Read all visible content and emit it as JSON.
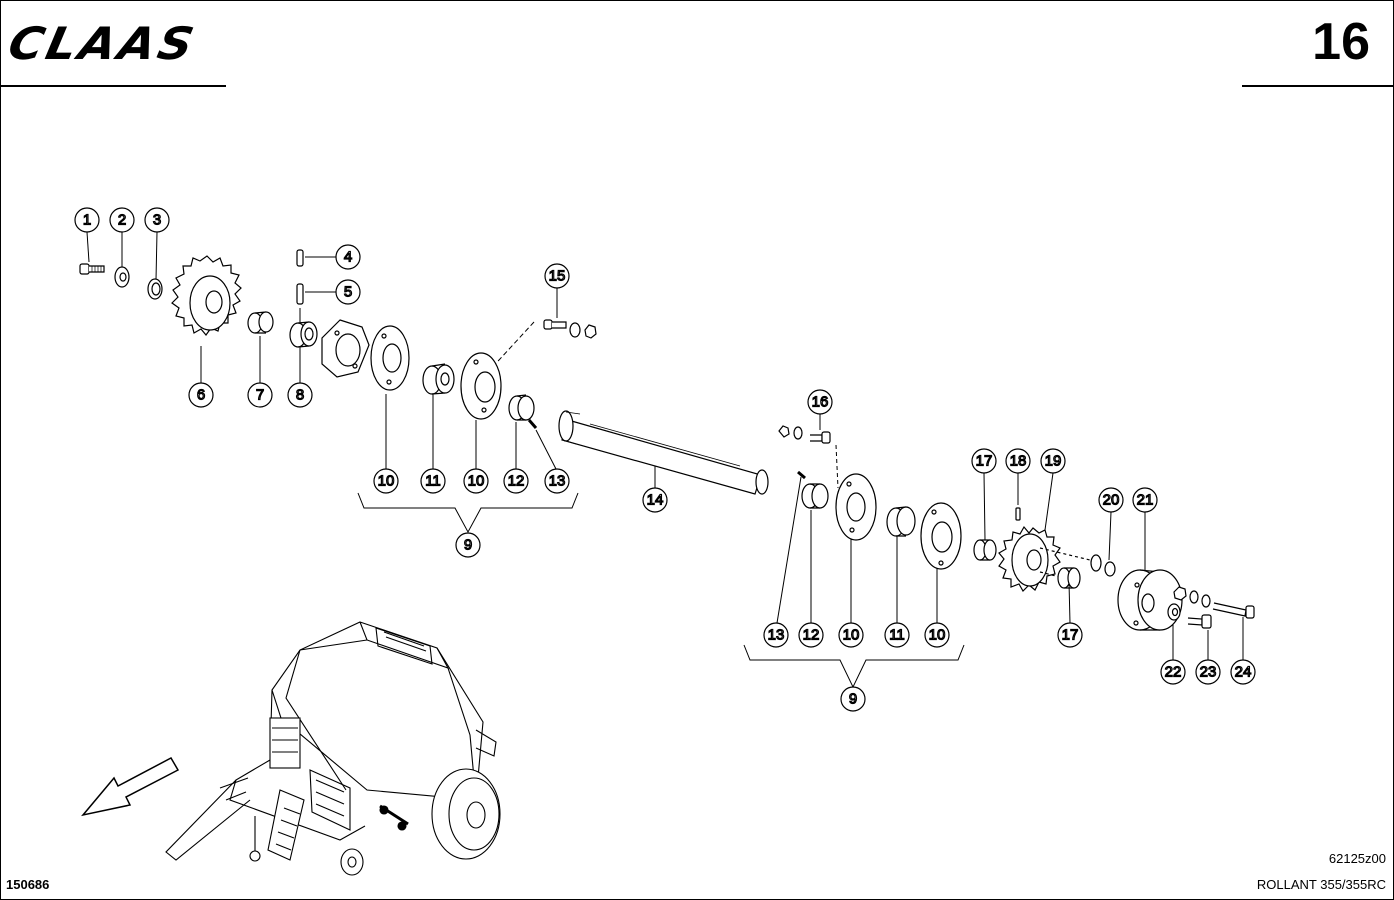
{
  "header": {
    "brand": "CLAAS",
    "page_number": "16"
  },
  "footer": {
    "reference": "150686",
    "drawing_code": "62125z00",
    "model": "ROLLANT 355/355RC"
  },
  "callouts": {
    "c1": "1",
    "c2": "2",
    "c3": "3",
    "c4": "4",
    "c5": "5",
    "c6": "6",
    "c7": "7",
    "c8": "8",
    "c9a": "9",
    "c10a": "10",
    "c11a": "11",
    "c10b": "10",
    "c12a": "12",
    "c13a": "13",
    "c14": "14",
    "c15": "15",
    "c16": "16",
    "c13b": "13",
    "c12b": "12",
    "c10c": "10",
    "c11b": "11",
    "c10d": "10",
    "c9b": "9",
    "c17a": "17",
    "c18": "18",
    "c19": "19",
    "c20": "20",
    "c21": "21",
    "c17b": "17",
    "c22": "22",
    "c23": "23",
    "c24": "24"
  }
}
